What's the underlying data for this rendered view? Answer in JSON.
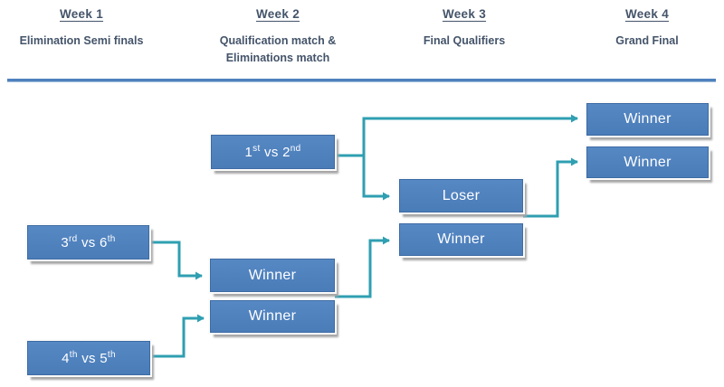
{
  "colors": {
    "box_fill": "#4f81bd",
    "box_border": "#3d6ba3",
    "box_text": "#ffffff",
    "box_shadow": "#a6a6a6",
    "connector": "#2f9fb1",
    "header_text": "#44546a",
    "divider": "#4f81bd"
  },
  "header": {
    "columns": [
      {
        "week": "Week 1",
        "subtitle": "Elimination Semi finals"
      },
      {
        "week": "Week 2",
        "subtitle": "Qualification match & Eliminations match"
      },
      {
        "week": "Week 3",
        "subtitle": "Final Qualifiers"
      },
      {
        "week": "Week 4",
        "subtitle": "Grand Final"
      }
    ]
  },
  "bracket": {
    "week1": {
      "match_3_vs_6": {
        "rich": [
          {
            "t": "3"
          },
          {
            "t": "rd",
            "sup": true
          },
          {
            "t": " vs 6"
          },
          {
            "t": "th",
            "sup": true
          }
        ]
      },
      "match_4_vs_5": {
        "rich": [
          {
            "t": "4"
          },
          {
            "t": "th",
            "sup": true
          },
          {
            "t": " vs 5"
          },
          {
            "t": "th",
            "sup": true
          }
        ]
      }
    },
    "week2": {
      "match_1_vs_2": {
        "rich": [
          {
            "t": "1"
          },
          {
            "t": "st",
            "sup": true
          },
          {
            "t": " vs 2"
          },
          {
            "t": "nd",
            "sup": true
          }
        ]
      },
      "winner_top": {
        "label": "Winner"
      },
      "winner_bottom": {
        "label": "Winner"
      }
    },
    "week3": {
      "loser": {
        "label": "Loser"
      },
      "winner": {
        "label": "Winner"
      }
    },
    "week4": {
      "winner_top": {
        "label": "Winner"
      },
      "winner_bottom": {
        "label": "Winner"
      }
    },
    "connections": [
      {
        "from": "week2.match_1_vs_2",
        "to": "week4.winner_top"
      },
      {
        "from": "week2.match_1_vs_2",
        "to": "week3.loser"
      },
      {
        "from": "week1.match_3_vs_6",
        "to": "week2.winner_top"
      },
      {
        "from": "week1.match_4_vs_5",
        "to": "week2.winner_bottom"
      },
      {
        "from": "week2.winner_top+winner_bottom",
        "to": "week3.winner"
      },
      {
        "from": "week3.loser+winner",
        "to": "week4.winner_bottom"
      }
    ]
  }
}
